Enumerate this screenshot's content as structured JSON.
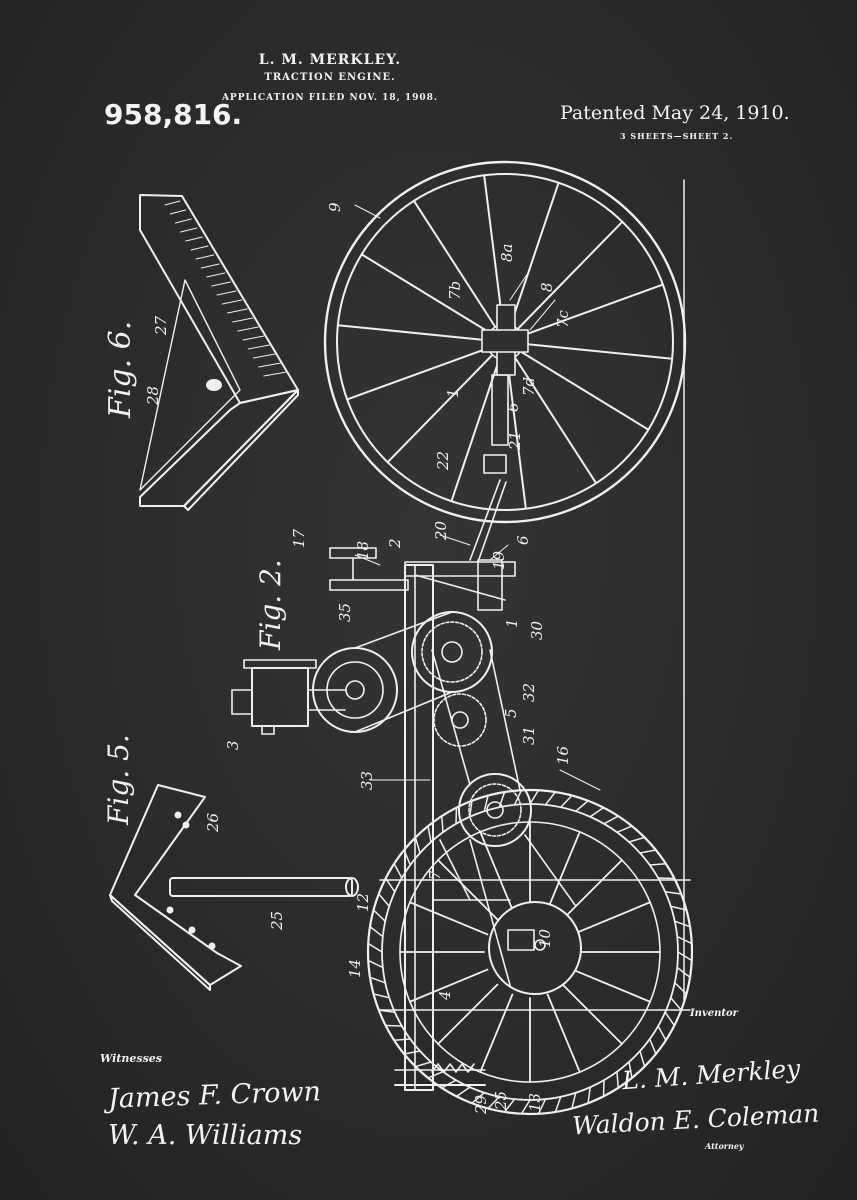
{
  "header": {
    "inventor": "L. M. MERKLEY.",
    "title": "TRACTION ENGINE.",
    "filed": "APPLICATION FILED NOV. 18, 1908.",
    "patent_number": "958,816.",
    "patent_date": "Patented May 24, 1910.",
    "sheets": "3 SHEETS—SHEET 2."
  },
  "figures": {
    "fig6": "Fig. 6.",
    "fig2": "Fig. 2.",
    "fig5": "Fig. 5."
  },
  "callouts": {
    "n9": "9",
    "n8a": "8a",
    "n7b": "7b",
    "n8": "8",
    "n7c": "7c",
    "n1a": "1",
    "n6a": "6",
    "n7d": "7d",
    "n21": "21",
    "n22": "22",
    "n20": "20",
    "n6b": "6",
    "n19": "19",
    "n17": "17",
    "n18": "18",
    "n2": "2",
    "n35": "35",
    "n1b": "1",
    "n30": "30",
    "n3": "3",
    "n32": "32",
    "n5": "5",
    "n31": "31",
    "n33": "33",
    "n16": "16",
    "n7": "7",
    "n12": "12",
    "n10": "10",
    "n14": "14",
    "n4": "4",
    "n13": "13",
    "n25b": "25",
    "n29": "29",
    "n27": "27",
    "n28": "28",
    "n26": "26",
    "n25": "25"
  },
  "footer": {
    "witnesses_label": "Witnesses",
    "witness1": "James F. Crown",
    "witness2": "W. A. Williams",
    "inventor_label": "Inventor",
    "inventor_signature": "L. M. Merkley",
    "attorney_signature": "Waldon E. Coleman",
    "attorney_label": "Attorney"
  },
  "colors": {
    "background": "#2b2b2b",
    "ink": "#f2f2f2"
  }
}
